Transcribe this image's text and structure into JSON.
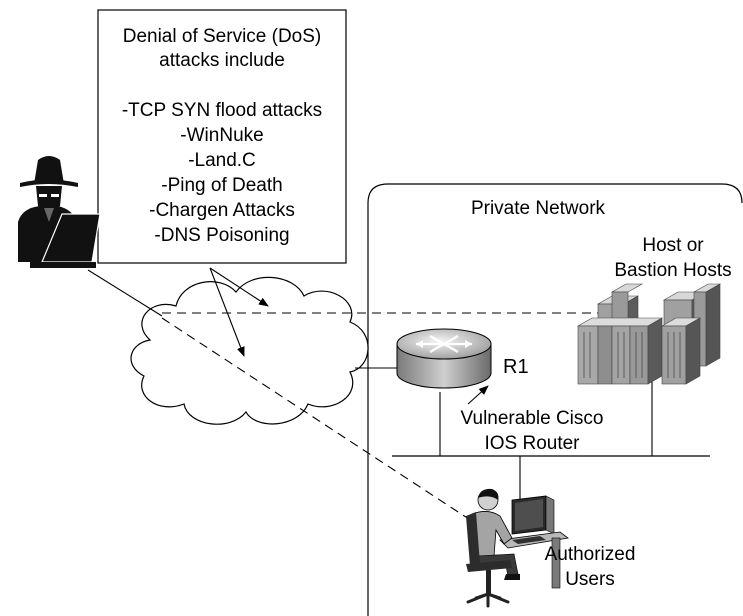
{
  "callout": {
    "heading": [
      "Denial of Service (DoS)",
      "attacks include"
    ],
    "attacks": [
      "-TCP SYN flood attacks",
      "-WinNuke",
      "-Land.C",
      "-Ping of Death",
      "-Chargen Attacks",
      "-DNS Poisoning"
    ]
  },
  "network": {
    "private_label": "Private Network",
    "hosts_label": [
      "Host or",
      "Bastion Hosts"
    ],
    "router_name": "R1",
    "router_desc": [
      "Vulnerable Cisco",
      "IOS Router"
    ],
    "users_label": [
      "Authorized",
      "Users"
    ]
  }
}
